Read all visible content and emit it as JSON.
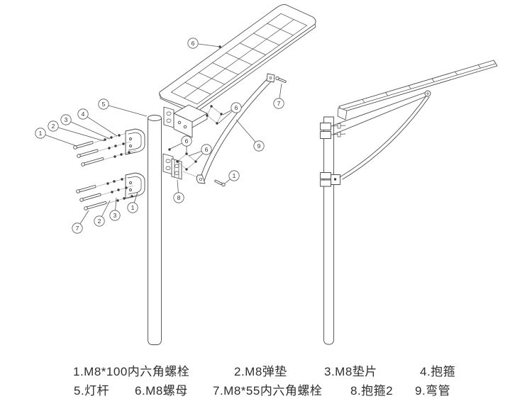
{
  "diagram": {
    "title_semantic": "solar street light bracket assembly exploded view and assembled view",
    "callouts": [
      {
        "n": "1"
      },
      {
        "n": "2"
      },
      {
        "n": "3"
      },
      {
        "n": "4"
      },
      {
        "n": "5"
      },
      {
        "n": "7"
      },
      {
        "n": "2"
      },
      {
        "n": "3"
      },
      {
        "n": "1"
      },
      {
        "n": "6"
      },
      {
        "n": "6"
      },
      {
        "n": "7"
      },
      {
        "n": "9"
      },
      {
        "n": "1"
      },
      {
        "n": "8"
      },
      {
        "n": "6"
      },
      {
        "n": "6"
      }
    ]
  },
  "parts_list": {
    "row1": [
      {
        "label": "1.M8*100内六角螺栓"
      },
      {
        "label": "2.M8弹垫"
      },
      {
        "label": "3.M8垫片"
      },
      {
        "label": "4.抱箍"
      }
    ],
    "row2": [
      {
        "label": "5.灯杆"
      },
      {
        "label": "6.M8螺母"
      },
      {
        "label": "7.M8*55内六角螺栓"
      },
      {
        "label": "8.抱箍2"
      },
      {
        "label": "9.弯管"
      }
    ]
  },
  "colors": {
    "line": "#4a4a4a",
    "faint_line": "#8a8a8a",
    "text": "#2e2e2e",
    "background": "#ffffff"
  }
}
